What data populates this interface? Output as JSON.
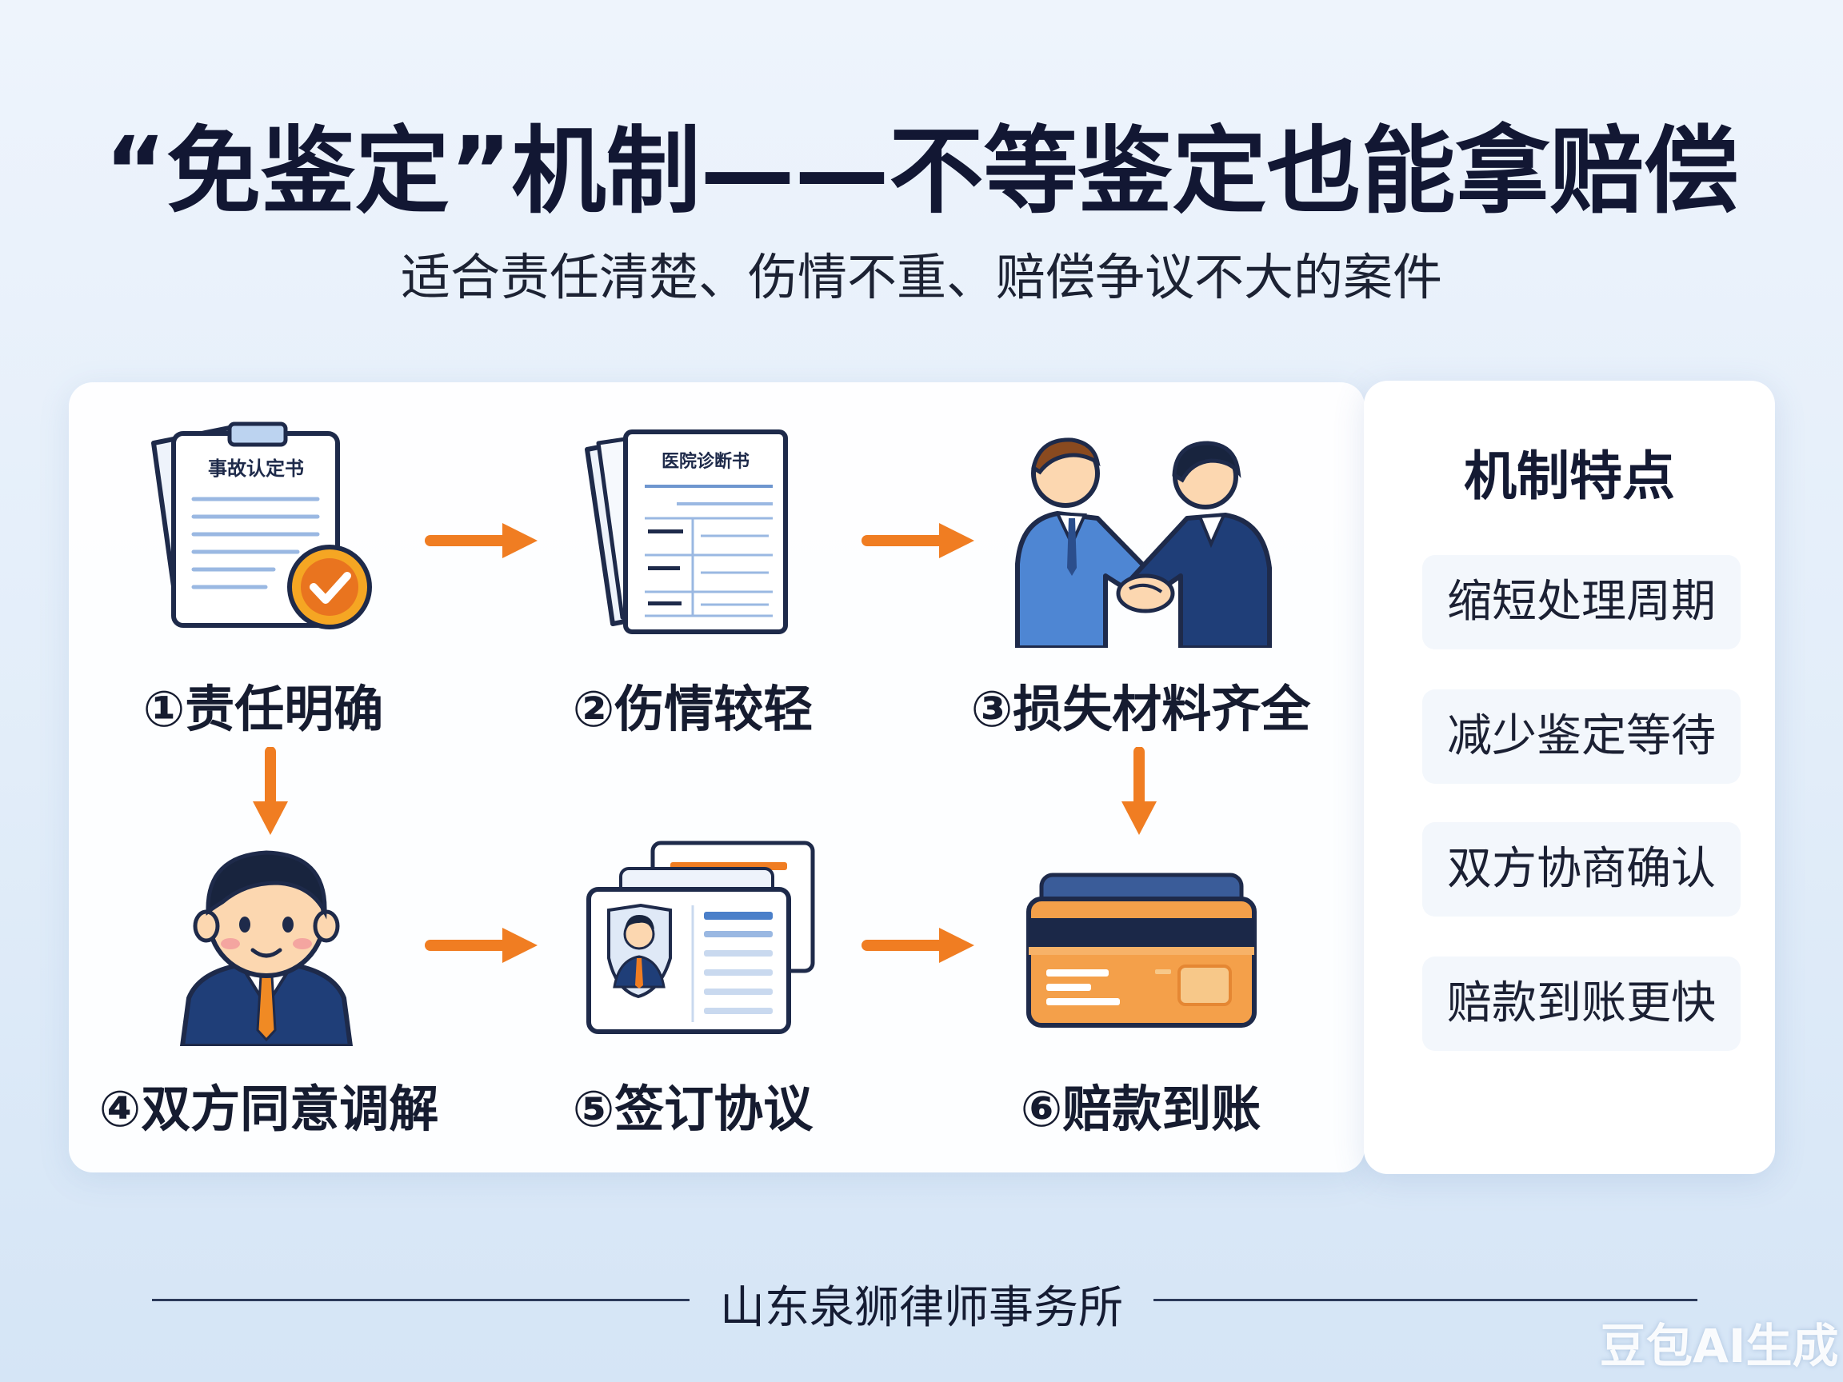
{
  "header": {
    "title": "“免鉴定”机制——不等鉴定也能拿赔偿",
    "subtitle": "适合责任清楚、伤情不重、赔偿争议不大的案件"
  },
  "steps": [
    {
      "label": "①责任明确",
      "icon": "accident-report-check-icon",
      "doc_title": "事故认定书"
    },
    {
      "label": "②伤情较轻",
      "icon": "medical-diagnosis-icon",
      "doc_title": "医院诊断书"
    },
    {
      "label": "③损失材料齐全",
      "icon": "handshake-icon"
    },
    {
      "label": "④双方同意调解",
      "icon": "person-icon"
    },
    {
      "label": "⑤签订协议",
      "icon": "agreement-id-card-icon"
    },
    {
      "label": "⑥赔款到账",
      "icon": "bank-card-icon"
    }
  ],
  "features": {
    "title": "机制特点",
    "items": [
      "缩短处理周期",
      "减少鉴定等待",
      "双方协商确认",
      "赔款到账更快"
    ]
  },
  "footer": {
    "firm": "山东泉狮律师事务所"
  },
  "watermark": "豆包AI生成",
  "colors": {
    "accent_orange": "#f07d22",
    "navy": "#1f3e78",
    "blue": "#4a7fc9",
    "check_ring": "#e2731f"
  }
}
